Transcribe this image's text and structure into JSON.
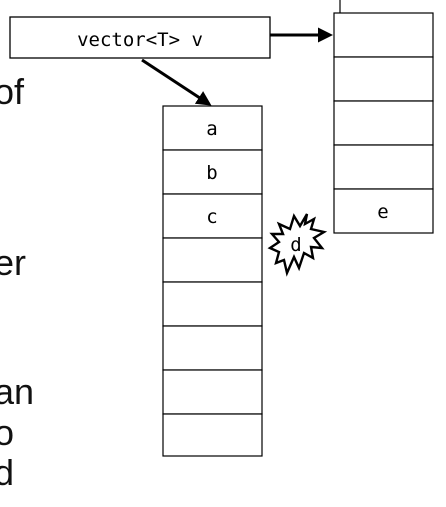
{
  "label_box": {
    "text": "vector<T> v"
  },
  "left_vector": {
    "cells": [
      "a",
      "b",
      "c",
      "",
      "",
      "",
      "",
      ""
    ]
  },
  "right_vector": {
    "cells": [
      "",
      "",
      "",
      "",
      "e"
    ]
  },
  "burst": {
    "text": "d"
  },
  "background_fragments": [
    "of",
    "er",
    "an",
    "o",
    "d"
  ]
}
